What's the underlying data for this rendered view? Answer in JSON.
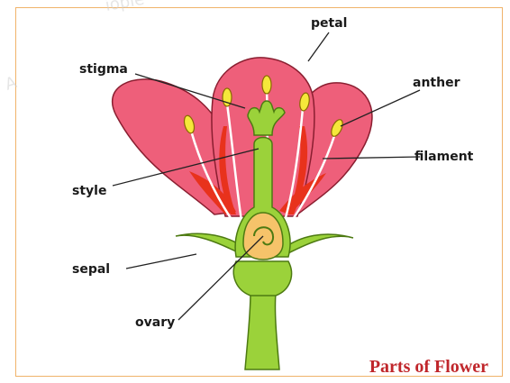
{
  "labels": {
    "petal": "petal",
    "stigma": "stigma",
    "anther": "anther",
    "filament": "filament",
    "style": "style",
    "sepal": "sepal",
    "ovary": "ovary"
  },
  "caption": "Parts of Flower",
  "colors": {
    "petal": "#ee5f7a",
    "petal_inner": "#f28aa0",
    "red_base": "#e8321c",
    "green": "#9bd23a",
    "green_dark": "#5f8f1a",
    "anther": "#f5e83a",
    "ovary_inner": "#f6c36a",
    "border": "#f0b36a",
    "caption": "#c0262b"
  }
}
